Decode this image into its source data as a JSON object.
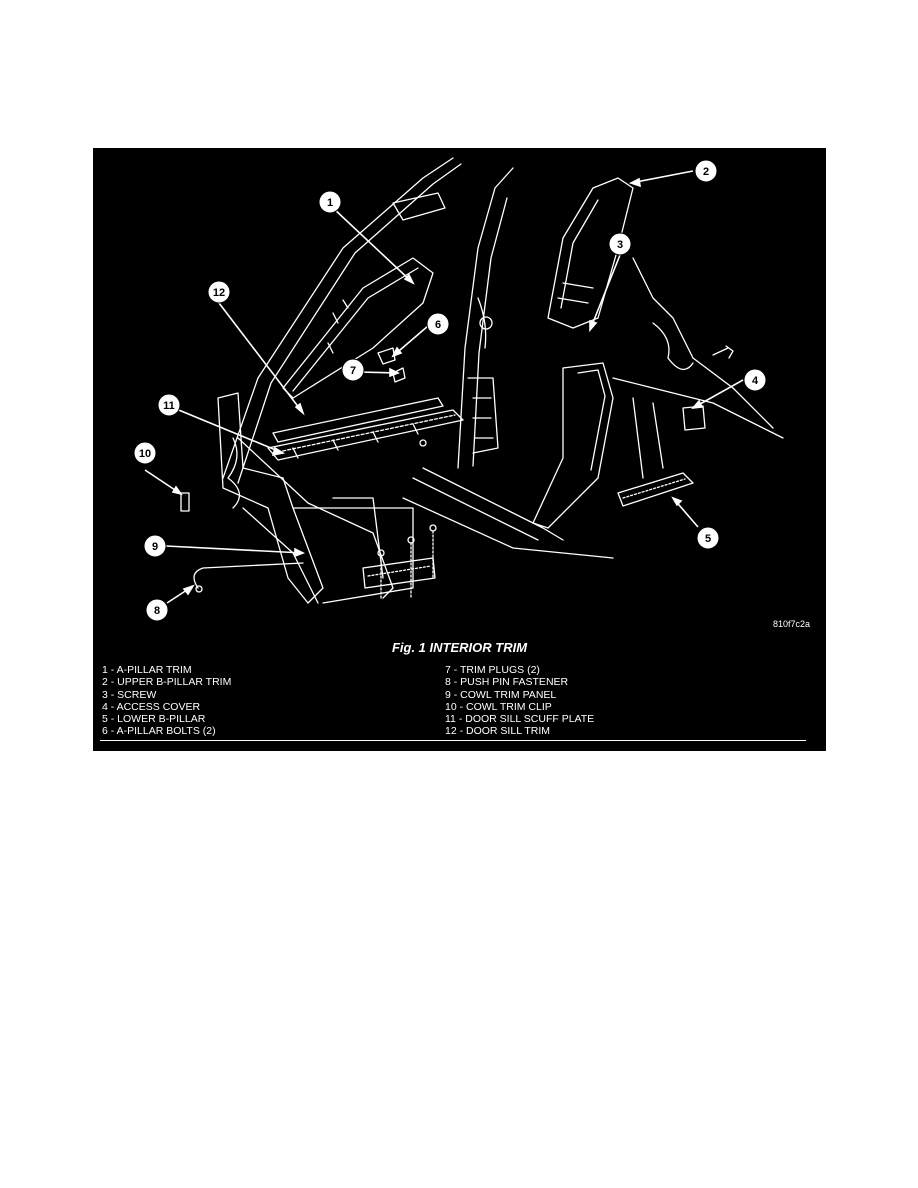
{
  "figure": {
    "caption": "Fig. 1 INTERIOR TRIM",
    "figure_code": "810f7c2a",
    "callouts": [
      "1",
      "2",
      "3",
      "4",
      "5",
      "6",
      "7",
      "8",
      "9",
      "10",
      "11",
      "12"
    ],
    "legend_left": [
      "1 - A-PILLAR TRIM",
      "2 - UPPER B-PILLAR TRIM",
      "3 - SCREW",
      "4 - ACCESS COVER",
      "5 - LOWER B-PILLAR",
      "6 - A-PILLAR BOLTS (2)"
    ],
    "legend_right": [
      "7 - TRIM PLUGS (2)",
      "8 - PUSH PIN FASTENER",
      "9 - COWL TRIM PANEL",
      "10 - COWL TRIM CLIP",
      "11 - DOOR SILL SCUFF PLATE",
      "12 - DOOR SILL TRIM"
    ],
    "colors": {
      "background": "#000000",
      "ink": "#ffffff"
    }
  }
}
